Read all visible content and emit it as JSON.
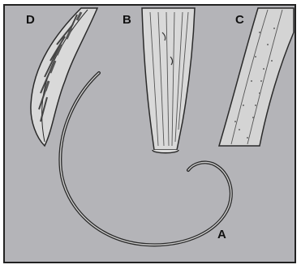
{
  "figure": {
    "labels": {
      "a": "A",
      "b": "B",
      "c": "C",
      "d": "D"
    },
    "colors": {
      "background": "#b4b4b8",
      "ink": "#2a2a2a",
      "specimen_fill": "#d9d9d9",
      "frame": "#222222"
    }
  }
}
